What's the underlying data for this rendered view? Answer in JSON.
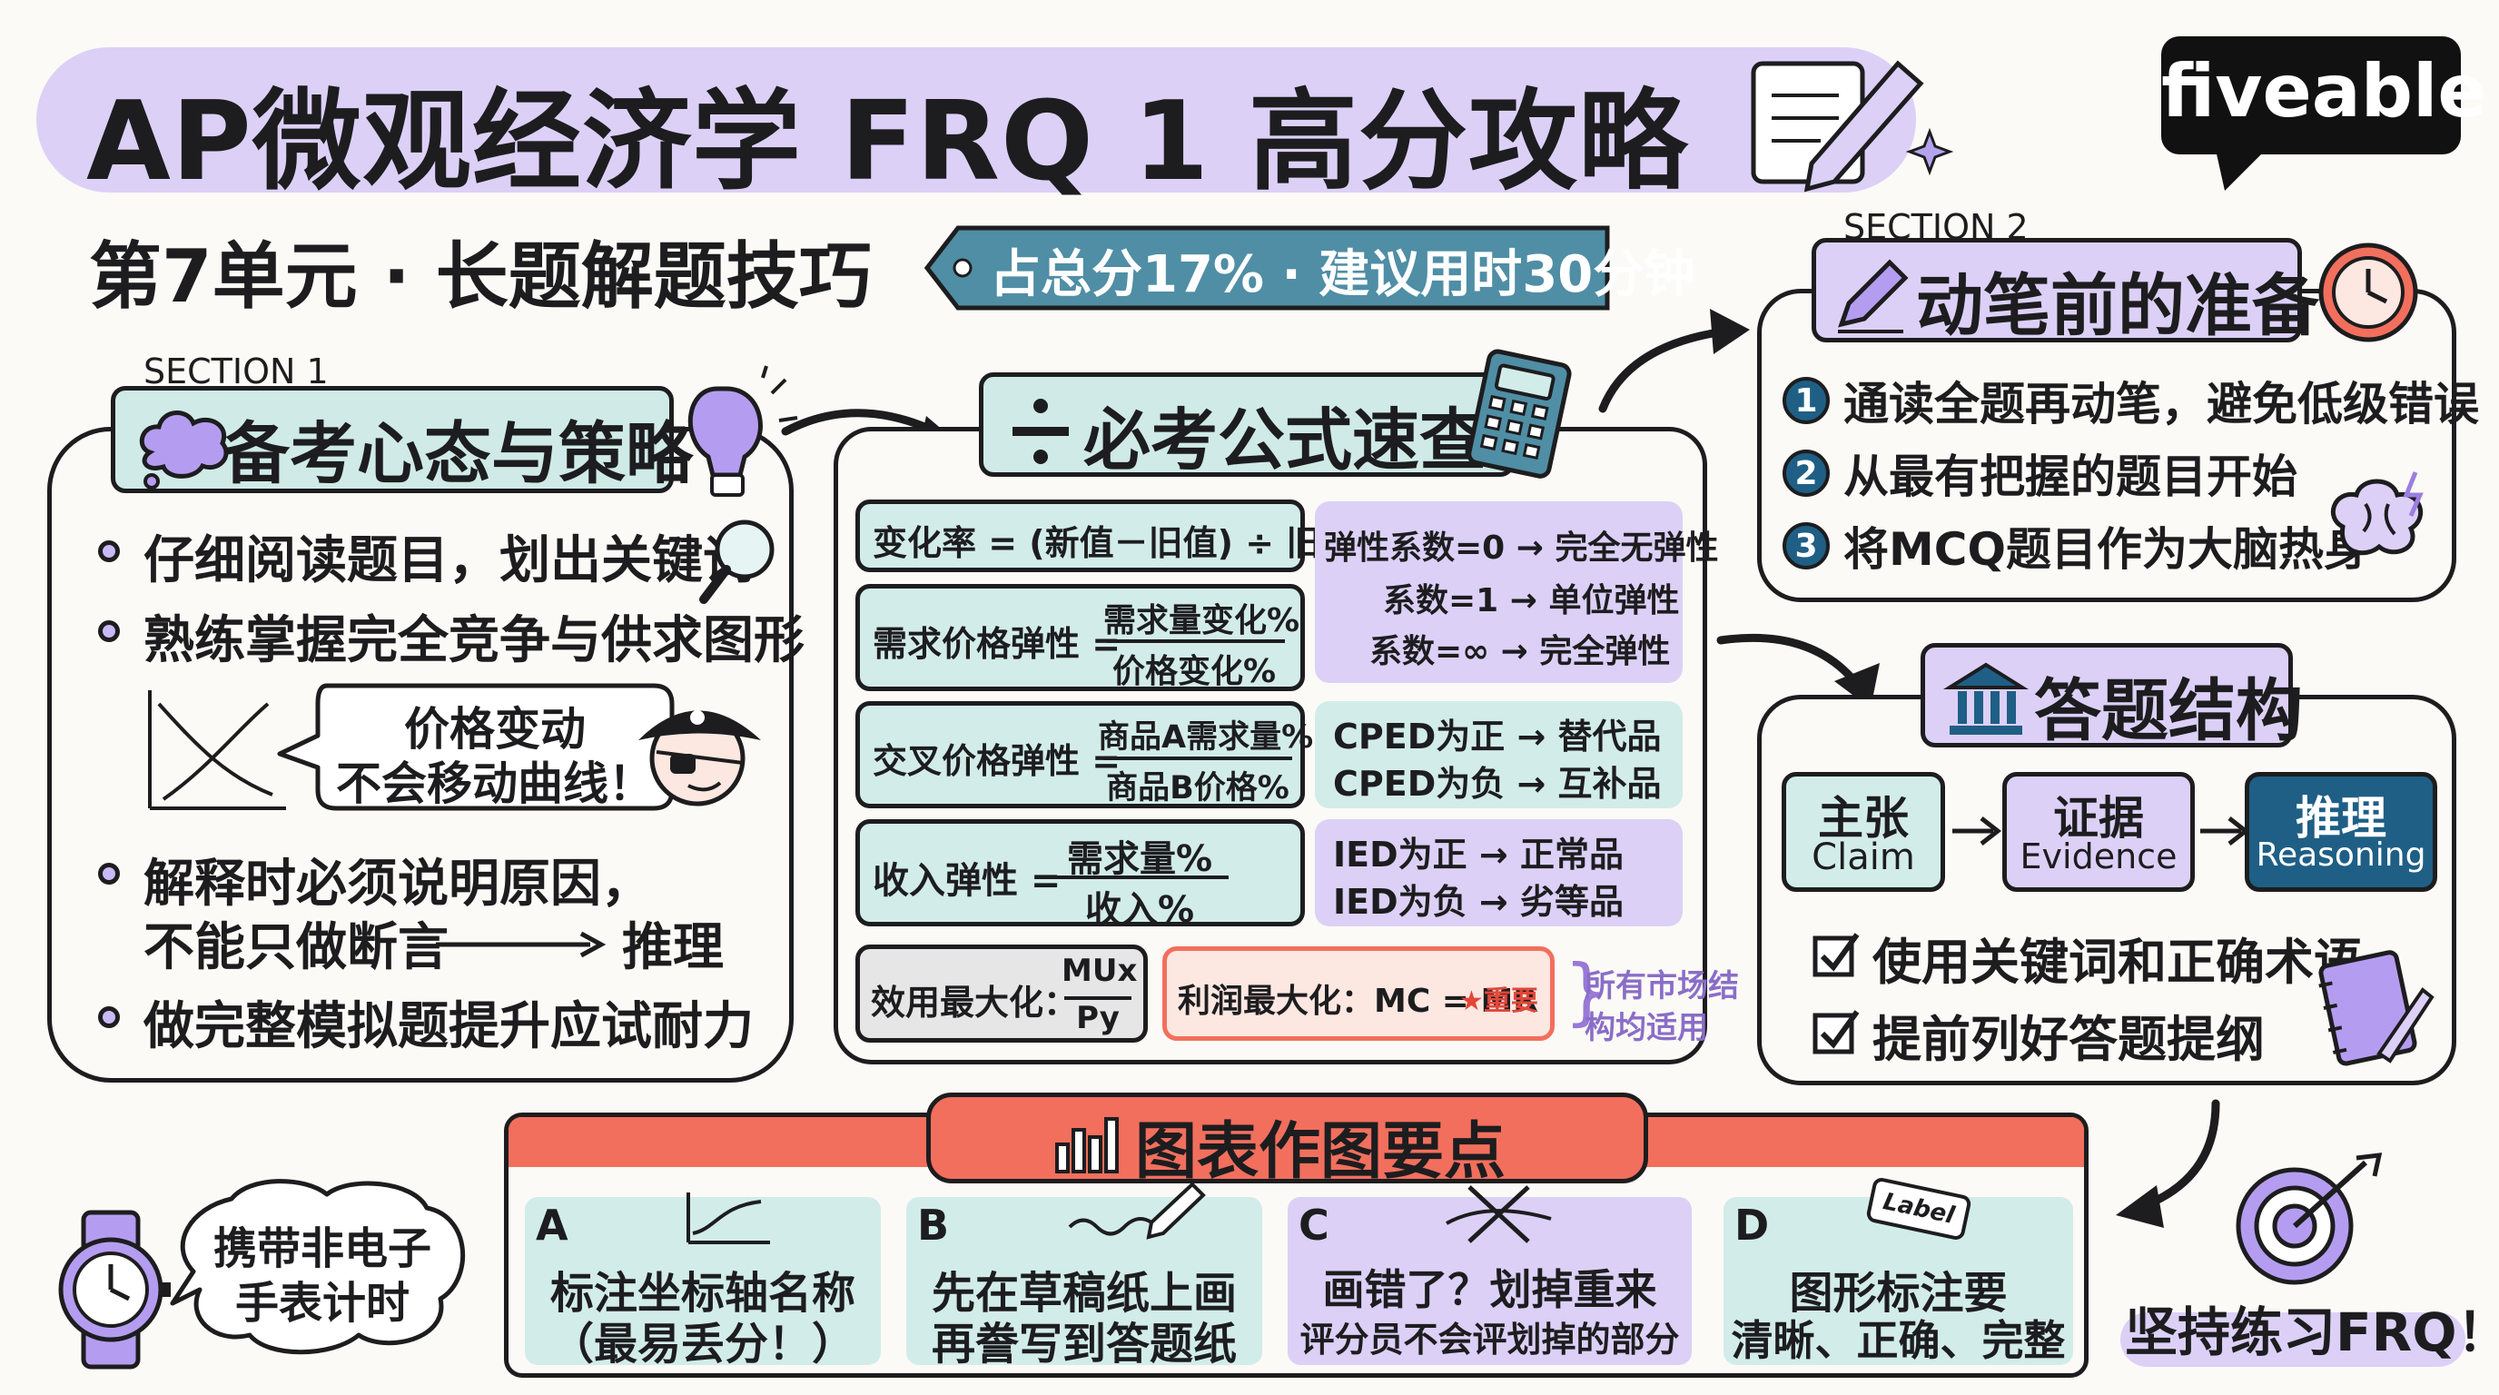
{
  "header": {
    "title": "AP微观经济学 FRQ 1 高分攻略",
    "subtitle": "第7单元 · 长题解题技巧",
    "tag": "占总分17% · 建议用时30分钟",
    "brand": "fiveable"
  },
  "section1": {
    "label": "SECTION 1",
    "title": "备考心态与策略",
    "items": [
      "仔细阅读题目，划出关键词",
      "熟练掌握完全竞争与供求图形"
    ],
    "bubble": [
      "价格变动",
      "不会移动曲线！"
    ],
    "explain": [
      "解释时必须说明原因，",
      "不能只做断言"
    ],
    "explain_arrow": "推理",
    "last": "做完整模拟题提升应试耐力"
  },
  "formulas": {
    "title": "必考公式速查",
    "rate_change": "变化率 = (新值－旧值) ÷ 旧值",
    "ped_label": "需求价格弹性 =",
    "ped_num": "需求量变化%",
    "ped_den": "价格变化%",
    "elastic": [
      "弹性系数=0 → 完全无弹性",
      "系数=1 → 单位弹性",
      "系数=∞ → 完全弹性"
    ],
    "xed_label": "交叉价格弹性 =",
    "xed_num": "商品A需求量%",
    "xed_den": "商品B价格%",
    "cped": [
      "CPED为正 → 替代品",
      "CPED为负 → 互补品"
    ],
    "ied_label": "收入弹性 =",
    "ied_num": "需求量%",
    "ied_den": "收入%",
    "ied": [
      "IED为正 → 正常品",
      "IED为负 → 劣等品"
    ],
    "utility_label": "效用最大化：",
    "utility_num": "MUx",
    "utility_den": "Py",
    "profit": "利润最大化：MC = MR",
    "profit_star": "★重要",
    "profit_note": [
      "所有市场结",
      "构均适用"
    ]
  },
  "section2": {
    "label": "SECTION 2",
    "title": "动笔前的准备",
    "items": [
      {
        "num": "1",
        "text": "通读全题再动笔，避免低级错误"
      },
      {
        "num": "2",
        "text": "从最有把握的题目开始"
      },
      {
        "num": "3",
        "text": "将MCQ题目作为大脑热身"
      }
    ]
  },
  "structure": {
    "title": "答题结构",
    "steps": [
      {
        "cn": "主张",
        "en": "Claim"
      },
      {
        "cn": "证据",
        "en": "Evidence"
      },
      {
        "cn": "推理",
        "en": "Reasoning"
      }
    ],
    "checks": [
      "使用关键词和正确术语",
      "提前列好答题提纲"
    ]
  },
  "graphs": {
    "title": "图表作图要点",
    "cards": [
      {
        "letter": "A",
        "lines": [
          "标注坐标轴名称",
          "（最易丢分！）"
        ]
      },
      {
        "letter": "B",
        "lines": [
          "先在草稿纸上画",
          "再誊写到答题纸"
        ]
      },
      {
        "letter": "C",
        "lines": [
          "画错了？划掉重来",
          "评分员不会评划掉的部分"
        ]
      },
      {
        "letter": "D",
        "lines": [
          "图形标注要",
          "清晰、正确、完整"
        ]
      }
    ],
    "label_tag": "Label"
  },
  "watch": [
    "携带非电子",
    "手表计时"
  ],
  "closing": "坚持练习FRQ！",
  "colors": {
    "lavender": "#dcd0f7",
    "mint": "#d2ece9",
    "coral": "#f26f5d",
    "coral_light": "#fde7e1",
    "teal": "#4f8ea5",
    "navy": "#1f5f86",
    "purple_icon": "#a58de6",
    "ink": "#1d1d1f"
  }
}
